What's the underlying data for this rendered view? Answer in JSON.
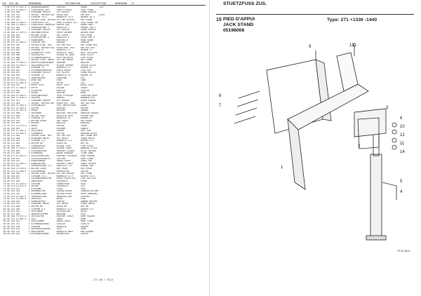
{
  "parts_list": {
    "header": "POS  TEIL-NR        BENENNUNG                  DESIGNATION        DESCRIPTION       BEMERKUNG   ST",
    "rows": [
      "  0 00 271.11.005.0  1 GRUNDBAUGRUPPE      CHASSIS            FRAME         (1+K",
      "  1 00 271.12.060.0  1 STUETZFUSS ZUS.     PIED D'APPUI       JACK STAND",
      "  2 00 141.400       6 SCHRAUBE M10X20     VIS M10X20         SCREW M10X20",
      "  3 00 143.574       6 SECHSK. MUTTER M10  ECROU HEX.         HEX NUT       +1367",
      "  4 00 141.404       6 SCHEIBE 10,5        RONDELLE 10,5      WASHER 10,5",
      "  5 00 143.541       4 SECHSK.SCHR. M12X30 VIS HEX M12X30     HEX SCREW",
      "  6 00 260.13.005.0  1 STUETZFUSS CPL.     PIED D'APPUI CPL.  JACK STAND CPL",
      "  7 00 260.13.006.0  1 STUETZFUSS OBERTEIL PARTIE SUP.        UPPER PART",
      "  8 00 121.062       1 FEDERSTECKER 3      GOUPILLE 3         SPRING PIN 3",
      "  9 00 141.400       4 SCHRAUBE M10X25     VIS M10X25         SCREW M10X25",
      " 10 00 260.13.007.0  1 ANSCHWEISSTEIL      PIECE SOUDEE       WELDED PART",
      " 11 00 195.941       2 BOLZEN 16X80        AXE 16X80          PIN 16X80",
      " 12 00 196.963       1 KLAPPSTECKER 8      GOUPILLE 8         LINCH PIN 8",
      " 13 00 195.931       1 HANDKURBEL          MANIVELLE          HAND CRANK",
      " 14 00 271.12.006.0  1 STUETZE ZUS.        SUPPORT            SUPPORT",
      " 15 00 139.403       4 SECHSK.SCHR. M16    VIS HEX M16        HEX SCREW M16",
      " 16 00 195.940       4 SECHSK. MUTTER M16  ECROU HEX. M16     HEX NUT M16",
      " 17 00 141.507       4 SCHEIBE 17          RONDELLE 17        WASHER 17",
      " 18 00 104.985       2 SPANNSTIFT 6X40     GOUPILLE 6X40      ROLL PIN 6X40",
      " 19 00 149.908       1 FUSSPLATTE          PLAQUE DE BASE     BASE PLATE",
      " 20 00 111.908       1 SICHERUNGSBLECH     TOLE SECURITE      LOCK PLATE",
      " 21 00 111.906       2 SECHSK.SCHR. M8X20  VIS HEX M8X20      HEX SCREW",
      " 22 00 269.75.050.0  1 BEFESTIGUNGSWINKEL  EQUERRE            BRACKET",
      " 23 00 269.75.052.0  1 ZWISCHENPLATTE      PLAQUE INTERM.     SPACER PLATE",
      " 24 00 141.920       4 SCHEIBE 13          RONDELLE 13        WASHER 13",
      " 25 00 182.967       4 SICHERUNGSMUTTER    ECROU FREIN        LOCK NUT",
      " 26 00 142.927       2 SCHRAUBE M12X35     VIS M12X35         SCREW M12X35",
      " 27 00 142.955       2 SCHEIBE 12          RONDELLE 12        WASHER 12",
      " 28 00 171.931       1 ABDECKKAPPE         CAPUCHON           CAP",
      " 29 00 271.12.009.0  1 ROHR ZUS.           TUBE               TUBE",
      " 30 00 271.13.000.0  1 LASCHE              PATTE              LUG",
      " 31 00 262.116       2 NIETE 5X12          RIVET 5X12         RIVET 5X12",
      " 32 00 271.11.005.0  1 KETTE               CHAINE             CHAIN",
      " 33 00 172.961       2 SCHAECKEL           MANILLE            SHACKLE",
      " 34 00 157.919       1 HAKEN               CROCHET            HOOK",
      " 35 00 269.75.009.0  1 KUPPLUNGSKOPF       TETE ATTELAGE      COUPLING HEAD",
      " 36 00 269.75.010.0  1 ZUGOESE             ANNEAU             DRAWBAR EYE",
      " 37 00 114.971       1 SCHRAUBE M20X80     VIS M20X80         SCREW M20X80",
      " 38 00 137.962       1 SECHSK. MUTTER M20  ECROU HEX. M20     HEX NUT M20",
      " 39 00 269.75.080.0  1 SCHUTZBLECH         TOLE PROTECTION    GUARD",
      " 40 00 271.12.004.0  1 HALTER              SUPPORT            HOLDER",
      " 41 00 271.12.001.0  1 FEDER               RESSORT            SPRING",
      " 42 00 175.980       1 ZUGFEDER            RESSORT TRACTION   TENSION SPRING",
      " 43 00 127.943       2 SPLINT 4X32         GOUPILLE 4X32      COTTER PIN",
      " 44 00 101.119       1 SCHEIBE 21          RONDELLE 21        WASHER 21",
      " 45 00 101.125       1 BOLZEN 20X60        AXE 20X60          PIN 20X60",
      " 46 00 142.657       1 BUCHSE              DOUILLE            BUSHING",
      " 47 00 271.12.072.0  1 HEBEL               LEVIER             LEVER",
      " 48 00 156.981       1 GRIFF               POIGNEE            HANDLE",
      " 49 00 275.13.205.0  1 ZUGSTANGE           TIRANT             PULL ROD",
      " 50 00 271.16.006.0  1 LAGERBOCK           PALIER             BEARING BLOCK",
      " 51 00 111.264       1 SECHSK.SCHR. M10    VIS HEX M10        HEX SCREW M10",
      " 52 00 131.228       4 SCHRAUBE M6X16      VIS M6X16          SCREW M6X16",
      " 53 00 119.943       4 SCHEIBE 6,4         RONDELLE 6,4       WASHER 6,4",
      " 54 00 111.864       4 MUTTER M6           ECROU M6           NUT M6",
      " 55 00 101.925       1 TYPENSCHILD         PLAQUE TYPE        TYPE PLATE",
      " 56 00 269.11.012.0  1 WARNSCHILD          PLAQUE AVERT.      WARNING PLATE",
      " 57 00 101.902       2 SCHILDHALTER        SUPPORT PLAQUE     PLATE HOLDER",
      " 58 00 171.954       2 KLEMMRING           BAGUE SERRAGE      CLAMP RING",
      " 59 00 271.12.052.0  1 SCHLAUCHHALTER      SUPPORT FLEXIBLE   HOSE HOLDER",
      " 60 00 118.917       1 SCHLAUCHSCHELLE     COLLIER            HOSE CLAMP",
      " 61 00 262.161       2 KABELBINDER         SERRE-CABLE        CABLE TIE",
      " 62 00 271.14.000.0  1 KABELHALTER         SUPPORT CABLE      CABLE HOLDER",
      " 63 00 101.917       1 FEDERSTECKER 4,5    GOUPILLE 4,5       SPRING PIN",
      " 64 00 269.75.025.0  1 BOLZEN 25X85        AXE 25X85          PIN 25X85",
      " 65 00 271.12.008.0  1 DISTANZROHR         ENTRETOISE         SPACER",
      " 66 00 100.504       2 SECHSK.SCHR. M16X45 VIS HEX M16X45     HEX SCREW",
      " 67 00 182.927       2 SCHEIBE 16,5        RONDELLE 16,5      WASHER 16,5",
      " 68 00 142.927       2 SICHERUNGSMUTTER    ECROU FREIN M16    LOCK NUT M16",
      " 69 00 141.920       1 ABDECKUNG           COUVERCLE          COVER",
      " 70 00 271.12.010.0  1 STECKER             CONNECTEUR         PLUG",
      " 71 00 271.12.011.0  1 DECKEL              COUVERCLE          LID",
      " 72 00 117.974       1 DICHTUNG            JOINT              SEAL",
      " 73 00 101.156       1 GEGENHALTER         CONTRE-APPUI       COUNTER HOLDER",
      " 74 00 101.155       1 SCHWENKLAGER        PALIER PIVOT       PIVOT BEARING",
      " 75 00 271.12.087.0  1 VERRIEGELUNG        VERROUILLAGE       LOCKING",
      " 76 00 271.12.090.0  1 ANSCHLAG            BUTEE              STOP",
      " 77 00 100.925       1 GUMMIPUFFER         TAMPON             RUBBER BUFFER",
      " 78 00 101.134       1 SCHRAUBE M8X30      VIS M8X30          SCREW M8X30",
      " 79 00 141.900       1 MUTTER M8           ECROU M8           NUT M8",
      " 80 00 121.938       1 SCHEIBE 8,4         RONDELLE 8,4       WASHER 8,4",
      " 81 00 221.923       1 AUFKLEBER           AUTOCOLLANT        DECAL",
      " 82 00 171.900       1 ABDECKSTOPFEN       BOUCHON            PLUG",
      " 83 00 269.75.071.0  1 SEILHALTER          SUPPORT CABLE      ROPE HOLDER",
      " 84 00 271.12.001.0  1 SEIL                CABLE              ROPE",
      " 85 00 183.941       1 SEILKLEMME          SERRE-CABLE        ROPE CLAMP",
      " 86 00 101.147       1 SICHERUNGSRING      CIRCLIP            CIRCLIP",
      " 87 00 101.166       1 SCHEIBE             RONDELLE           WASHER",
      " 88 00 101.122       1 UNTERLEGSCHEIBE     CALE               SHIM",
      " 89 00 101.121       1 ENDSCHEIBE          RONDELLE BOUT      END WASHER",
      " 90 00 101.120       1 DISTANZSCHEIBE      ENTRETOISE         SPACER"
    ],
    "footer_code": "271.00 / 0113"
  },
  "drawing_sheet": {
    "title_lines": [
      "STUETZFUSS ZUS.",
      "PIED D'APPUI",
      "JACK STAND",
      "05196006"
    ],
    "position_number": "15",
    "type_label": "Type: 271     +1336 -1440",
    "figure_code": "TS 07-66-6",
    "callouts": [
      "8",
      "7",
      "13",
      "9",
      "6",
      "10",
      "12",
      "11",
      "14",
      "3",
      "5",
      "4",
      "2",
      "1"
    ]
  }
}
